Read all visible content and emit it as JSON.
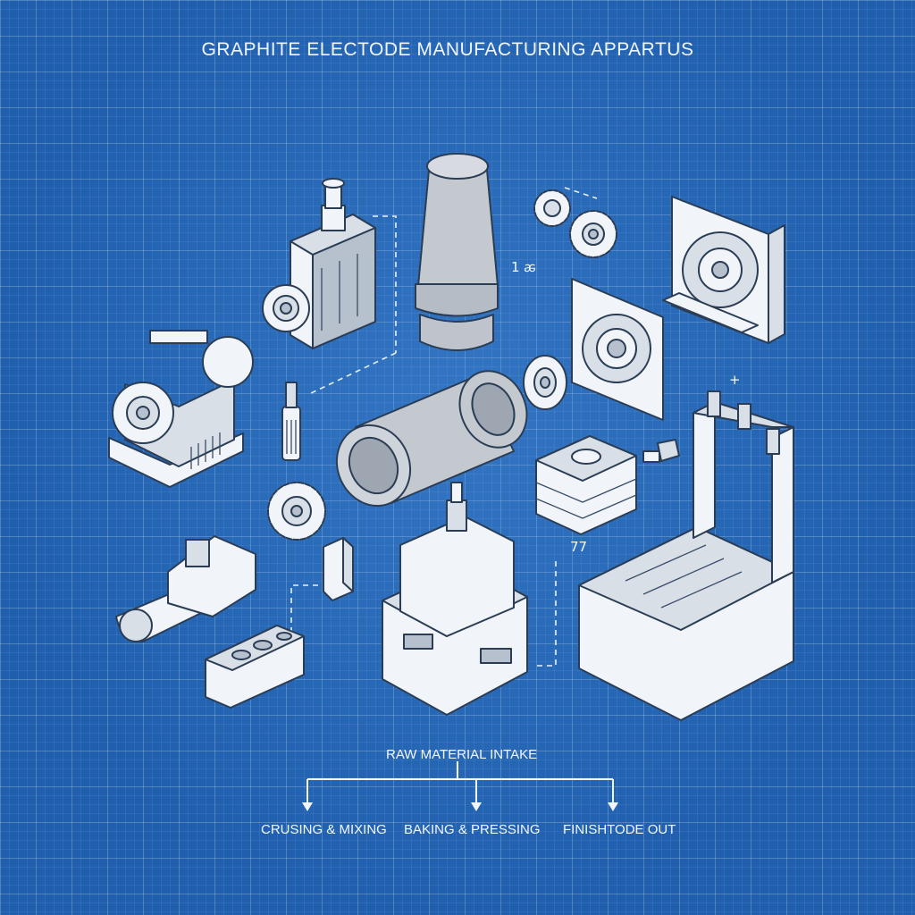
{
  "title": "GRAPHITE ELECTODE MANUFACTURING APPARTUS",
  "annotations": {
    "cylinder_mark": "1 ꬱ",
    "mold_mark": "77",
    "plus_mark": "+"
  },
  "flow": {
    "root": "RAW MATERIAL INTAKE",
    "branches": [
      "CRUSING & MIXING",
      "BAKING & PRESSING",
      "FINISHTODE OUT"
    ]
  },
  "colors": {
    "background": "#1f5fae",
    "grid": "#6f9ad4",
    "line_art": "#f1f4f8",
    "electrode": "#b9bec6"
  }
}
